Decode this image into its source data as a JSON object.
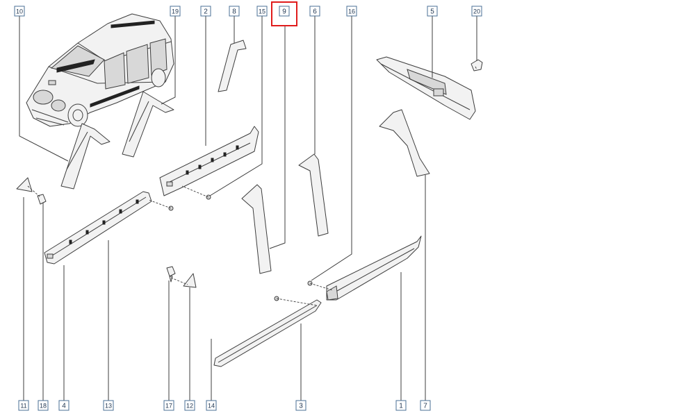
{
  "diagram": {
    "callouts": [
      {
        "num": "10"
      },
      {
        "num": "19"
      },
      {
        "num": "2"
      },
      {
        "num": "8"
      },
      {
        "num": "15"
      },
      {
        "num": "9",
        "highlighted": true
      },
      {
        "num": "6"
      },
      {
        "num": "16"
      },
      {
        "num": "5"
      },
      {
        "num": "20"
      },
      {
        "num": "11"
      },
      {
        "num": "18"
      },
      {
        "num": "4"
      },
      {
        "num": "13"
      },
      {
        "num": "17"
      },
      {
        "num": "12"
      },
      {
        "num": "14"
      },
      {
        "num": "3"
      },
      {
        "num": "1"
      },
      {
        "num": "7"
      }
    ],
    "colors": {
      "line": "#3c3c3c",
      "label_border": "#4a6f94",
      "label_text": "#1f3550",
      "highlight": "#e01b1b",
      "part_fill": "#f2f2f2",
      "part_shade": "#d8d8d8"
    }
  }
}
